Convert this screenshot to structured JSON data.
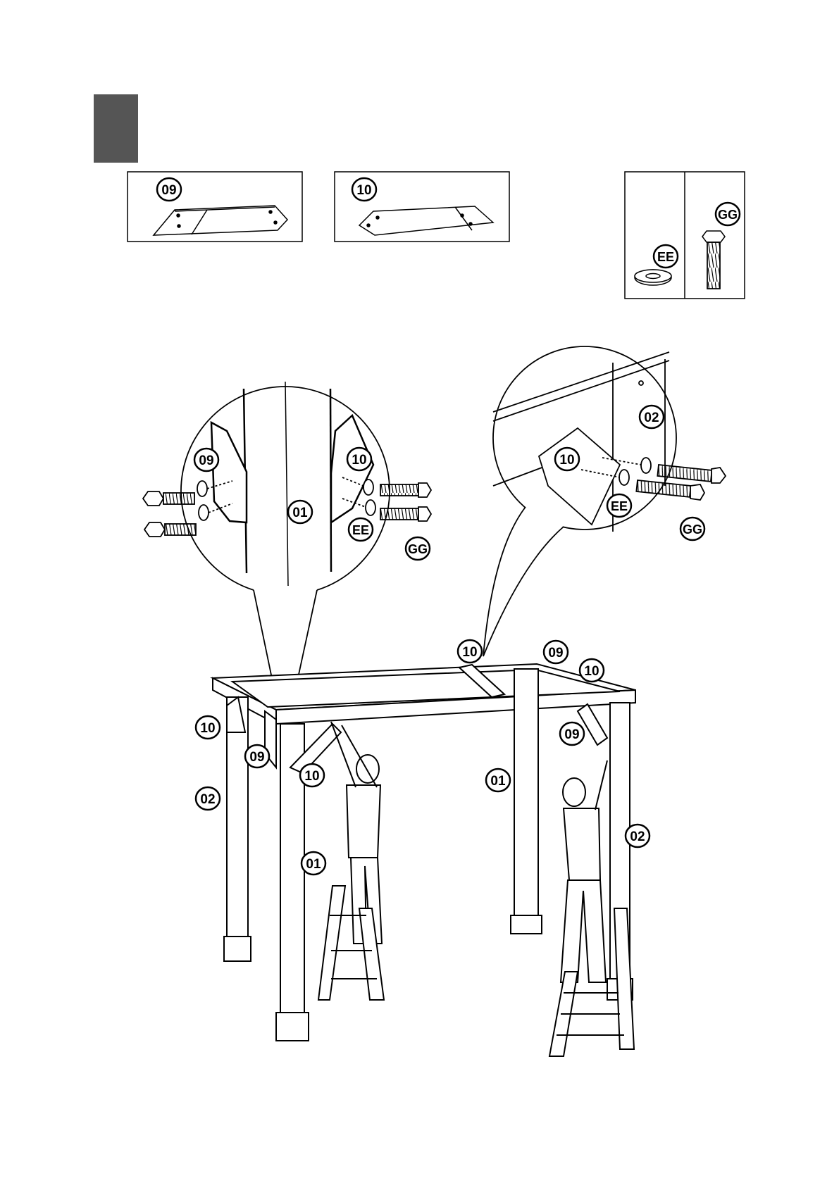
{
  "step": {
    "label": "",
    "box_color": "#555555"
  },
  "parts": [
    {
      "id": "09"
    },
    {
      "id": "10"
    }
  ],
  "hardware": [
    {
      "id": "EE"
    },
    {
      "id": "GG"
    }
  ],
  "labels": {
    "part_01": "01",
    "part_02": "02",
    "part_09": "09",
    "part_10": "10",
    "hw_ee": "EE",
    "hw_gg": "GG"
  },
  "colors": {
    "ink": "#000000",
    "paper": "#ffffff",
    "step_box": "#555555"
  }
}
